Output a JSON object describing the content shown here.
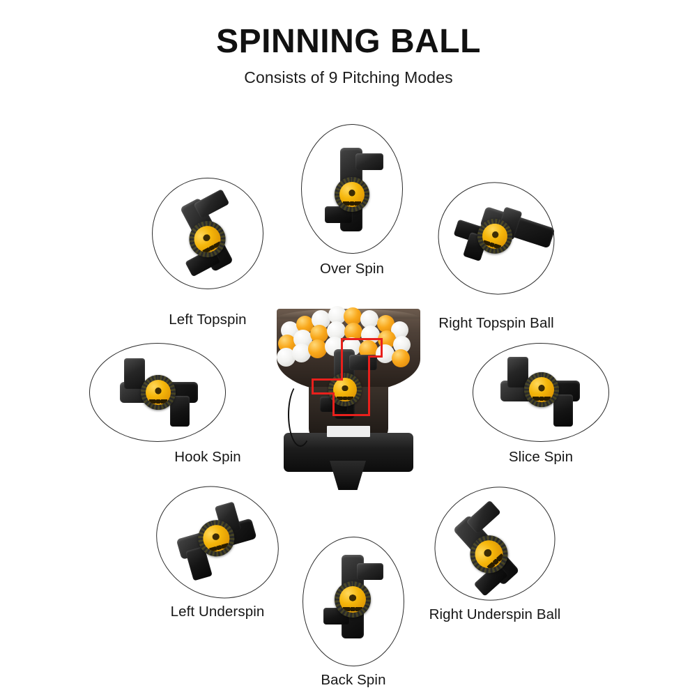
{
  "header": {
    "title": "SPINNING BALL",
    "subtitle": "Consists of 9 Pitching Modes"
  },
  "colors": {
    "background": "#ffffff",
    "title_text": "#111111",
    "label_text": "#161616",
    "ellipse_stroke": "#2b2b2b",
    "device_black": "#141414",
    "hub_yellow": "#f5b60a",
    "ball_white": "#f5f5f3",
    "ball_orange": "#f9a81b",
    "highlight_red": "#e8201c",
    "hopper_brown": "#4e4138"
  },
  "modes": [
    {
      "id": "left-topspin",
      "label": "Left Topspin"
    },
    {
      "id": "over-spin",
      "label": "Over Spin"
    },
    {
      "id": "right-topspin-ball",
      "label": "Right Topspin Ball"
    },
    {
      "id": "hook-spin",
      "label": "Hook Spin"
    },
    {
      "id": "slice-spin",
      "label": "Slice Spin"
    },
    {
      "id": "left-underspin",
      "label": "Left Underspin"
    },
    {
      "id": "back-spin",
      "label": "Back Spin"
    },
    {
      "id": "right-underspin-ball",
      "label": "Right Underspin Ball"
    }
  ],
  "center": {
    "product_name": "ping-pong-ball-serving-machine",
    "highlight": "spin-mechanism-highlight"
  }
}
